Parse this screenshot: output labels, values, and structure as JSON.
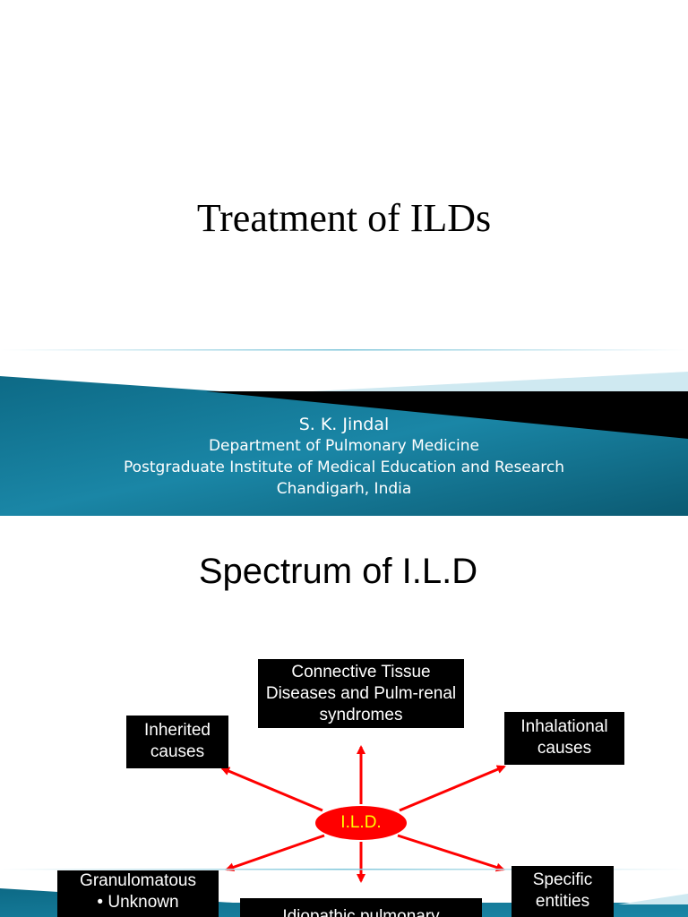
{
  "slide1": {
    "title": "Treatment of ILDs",
    "author": "S. K. Jindal",
    "department": "Department of Pulmonary Medicine",
    "institute": "Postgraduate Institute of Medical Education and Research",
    "location": "Chandigarh, India",
    "colors": {
      "band_dark": "#0b5f78",
      "band_light": "#2aa2c2",
      "black_wedge": "#000000"
    }
  },
  "slide2": {
    "title": "Spectrum of I.L.D",
    "center_label": "I.L.D.",
    "boxes": {
      "connective_tissue": "Connective Tissue Diseases and Pulm-renal syndromes",
      "inherited": "Inherited causes",
      "inhalational": "Inhalational causes",
      "granulomatous": "Granulomatous",
      "granulomatous_sub": "• Unknown",
      "specific": "Specific entities",
      "idiopathic": "Idiopathic pulmonary"
    },
    "colors": {
      "arrow": "#ff0000",
      "center_fill": "#ff0000",
      "center_text": "#ffff00",
      "box_fill": "#000000"
    }
  }
}
